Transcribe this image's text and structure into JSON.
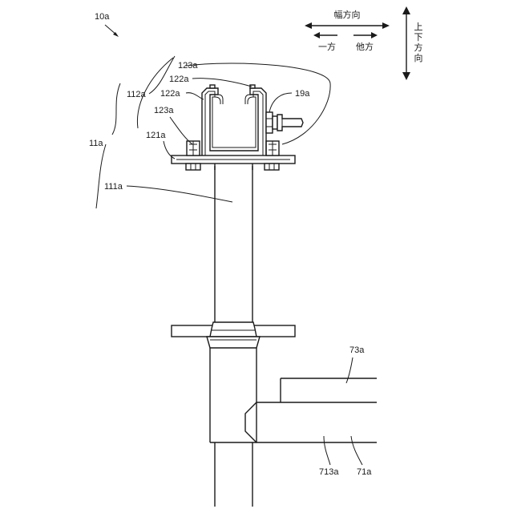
{
  "labels": {
    "ref_10a": "10a",
    "ref_11a": "11a",
    "ref_111a": "111a",
    "ref_112a": "112a",
    "ref_121a": "121a",
    "ref_122a_upper": "122a",
    "ref_122a_lower": "122a",
    "ref_123a_upper": "123a",
    "ref_123a_lower": "123a",
    "ref_19a": "19a",
    "ref_73a": "73a",
    "ref_713a": "713a",
    "ref_71a": "71a"
  },
  "directions": {
    "width_direction": "幅方向",
    "one_side": "一方",
    "other_side": "他方",
    "vertical_chars": [
      "上",
      "下",
      "方",
      "向"
    ]
  }
}
